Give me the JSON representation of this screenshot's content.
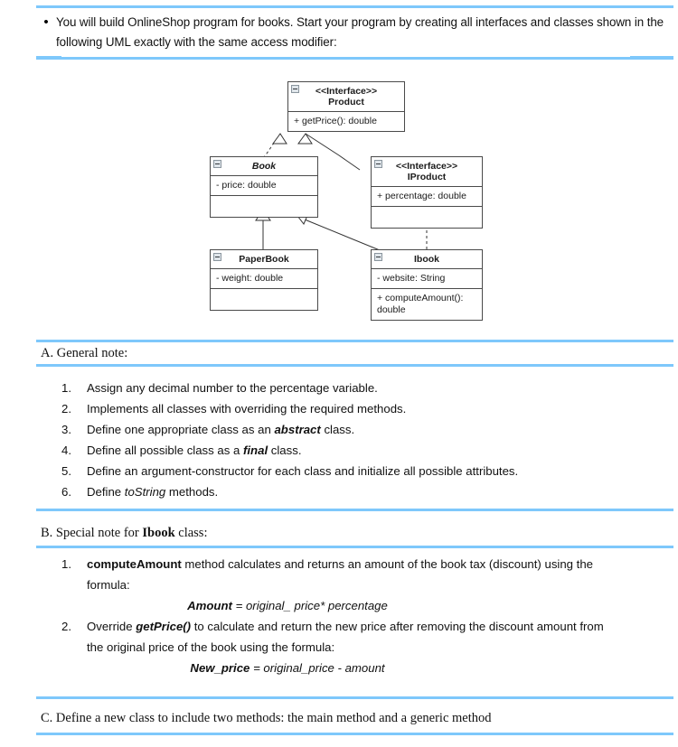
{
  "intro": {
    "bullet_glyph": "•",
    "text": "You will build OnlineShop program for books. Start your program by creating all interfaces and classes shown in the following UML exactly with the same access modifier:"
  },
  "uml": {
    "classes": [
      {
        "id": "product",
        "stereotype": "<<Interface>>",
        "name": "Product",
        "abstract": false,
        "attributes": [
          "+ getPrice(): double"
        ],
        "operations": []
      },
      {
        "id": "book",
        "stereotype": "",
        "name": "Book",
        "abstract": true,
        "attributes": [
          "- price: double"
        ],
        "operations": [
          ""
        ]
      },
      {
        "id": "iproduct",
        "stereotype": "<<Interface>>",
        "name": "IProduct",
        "abstract": false,
        "attributes": [
          "+ percentage: double"
        ],
        "operations": [
          ""
        ]
      },
      {
        "id": "paperbook",
        "stereotype": "",
        "name": "PaperBook",
        "abstract": false,
        "attributes": [
          "- weight: double"
        ],
        "operations": [
          ""
        ]
      },
      {
        "id": "ibook",
        "stereotype": "",
        "name": "Ibook",
        "abstract": false,
        "attributes": [
          "- website: String"
        ],
        "operations": [
          "+ computeAmount(): double"
        ]
      }
    ],
    "relations": [
      {
        "from": "book",
        "to": "product",
        "type": "realization"
      },
      {
        "from": "iproduct",
        "to": "product",
        "type": "generalization"
      },
      {
        "from": "paperbook",
        "to": "book",
        "type": "generalization"
      },
      {
        "from": "ibook",
        "to": "book",
        "type": "generalization"
      },
      {
        "from": "ibook",
        "to": "iproduct",
        "type": "realization"
      }
    ],
    "collapse_icon": "minus-box-icon"
  },
  "sections": {
    "a": {
      "heading": "A. General note:",
      "items": [
        {
          "num": "1.",
          "parts": [
            {
              "t": "Assign any decimal number to the percentage variable."
            }
          ]
        },
        {
          "num": "2.",
          "parts": [
            {
              "t": "Implements all classes with overriding the required methods."
            }
          ]
        },
        {
          "num": "3.",
          "parts": [
            {
              "t": "Define one appropriate class as an "
            },
            {
              "t": "abstract",
              "s": "bi"
            },
            {
              "t": " class."
            }
          ]
        },
        {
          "num": "4.",
          "parts": [
            {
              "t": "Define all possible class as a "
            },
            {
              "t": "final",
              "s": "bi"
            },
            {
              "t": " class."
            }
          ]
        },
        {
          "num": "5.",
          "parts": [
            {
              "t": "Define an argument-constructor for each class and initialize all possible attributes."
            }
          ]
        },
        {
          "num": "6.",
          "parts": [
            {
              "t": "Define "
            },
            {
              "t": "toString",
              "s": "i"
            },
            {
              "t": " methods."
            }
          ]
        }
      ]
    },
    "b": {
      "heading_pre": "B. Special note for ",
      "heading_bold": "Ibook",
      "heading_post": " class:",
      "items": [
        {
          "num": "1.",
          "parts": [
            {
              "t": "computeAmount",
              "s": "b"
            },
            {
              "t": " method calculates and returns an amount of the book tax (discount) using the formula:"
            }
          ],
          "formula_lhs": "Amount",
          "formula_rhs": " = original_ price* percentage"
        },
        {
          "num": "2.",
          "parts": [
            {
              "t": "Override "
            },
            {
              "t": "getPrice()",
              "s": "bi"
            },
            {
              "t": " to calculate and return the new price after removing the discount amount from the original price of the book using the formula:"
            }
          ],
          "formula_lhs": "New_price",
          "formula_rhs": " = original_price - amount"
        }
      ]
    },
    "c": {
      "heading": "C. Define a new class to include two methods: the main method and a generic method"
    }
  },
  "style": {
    "rule_color": "#7ec8fb",
    "box_border": "#4a4a4a",
    "text_color": "#111111"
  }
}
